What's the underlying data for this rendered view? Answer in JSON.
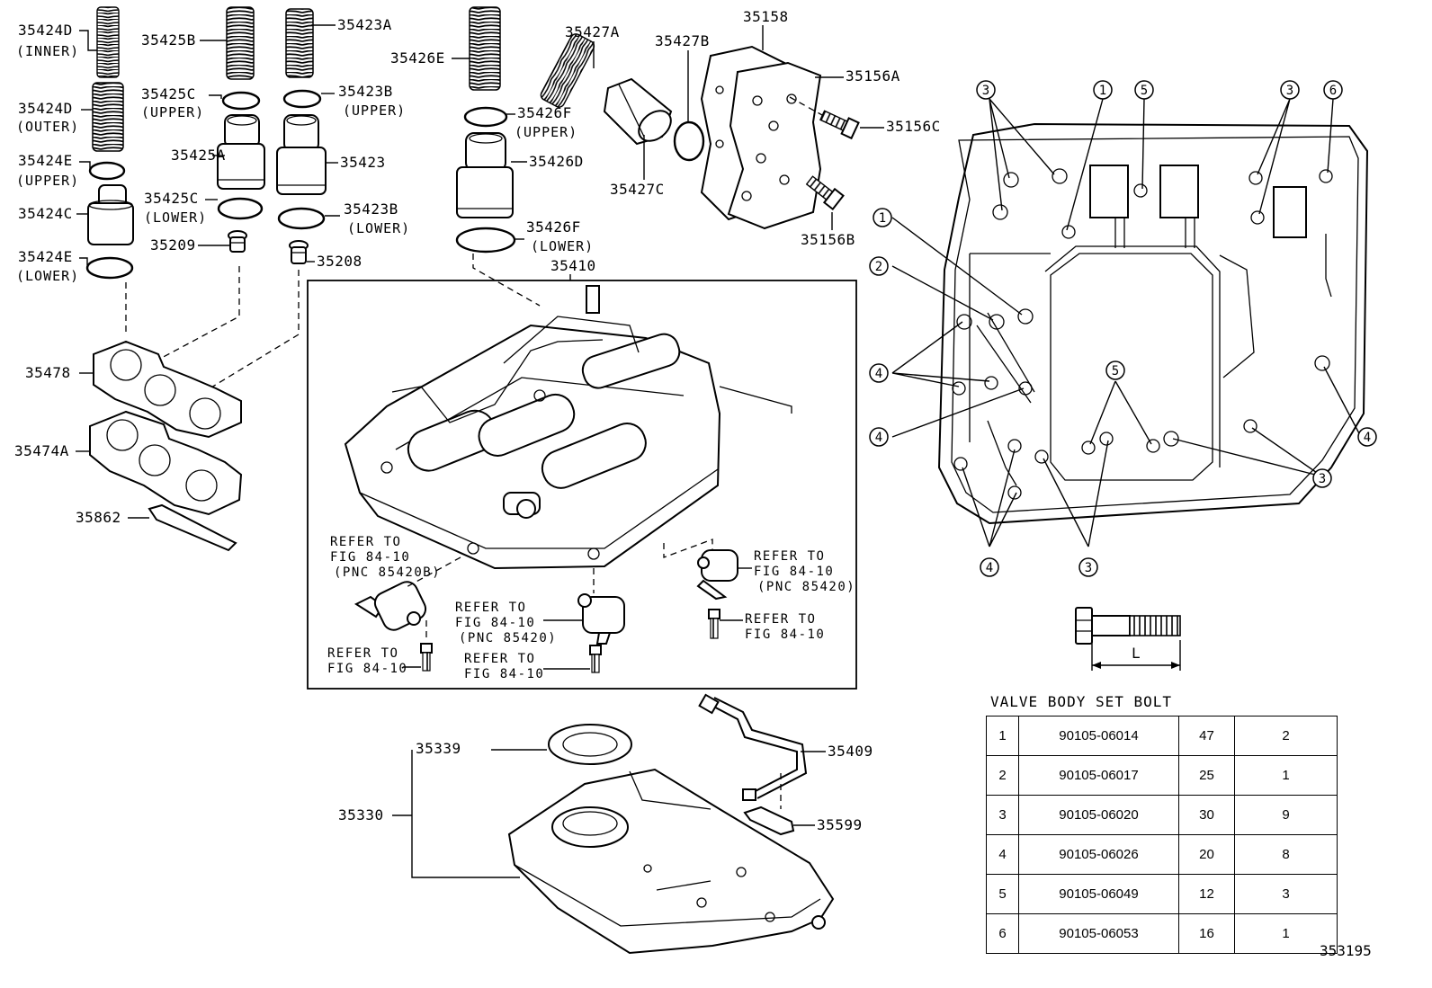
{
  "page_code": "353195",
  "labels": {
    "p35424d_inner": "35424D",
    "inner": "(INNER)",
    "p35424d_outer": "35424D",
    "outer": "(OUTER)",
    "p35424e_upper": "35424E",
    "upper_a": "(UPPER)",
    "p35424c": "35424C",
    "p35424e_lower": "35424E",
    "lower_a": "(LOWER)",
    "p35425b": "35425B",
    "p35425c_upper": "35425C",
    "upper_b": "(UPPER)",
    "p35425a": "35425A",
    "p35425c_lower": "35425C",
    "lower_b": "(LOWER)",
    "p35209": "35209",
    "p35423a": "35423A",
    "p35423b_upper": "35423B",
    "upper_c": "(UPPER)",
    "p35423": "35423",
    "p35423b_lower": "35423B",
    "lower_c": "(LOWER)",
    "p35208": "35208",
    "p35426e": "35426E",
    "p35426f_upper": "35426F",
    "upper_d": "(UPPER)",
    "p35426d": "35426D",
    "p35426f_lower": "35426F",
    "lower_d": "(LOWER)",
    "p35427a": "35427A",
    "p35427b": "35427B",
    "p35427c": "35427C",
    "p35158": "35158",
    "p35156a": "35156A",
    "p35156c": "35156C",
    "p35156b": "35156B",
    "p35410": "35410",
    "p35478": "35478",
    "p35474a": "35474A",
    "p35862": "35862",
    "p35339": "35339",
    "p35330": "35330",
    "p35409": "35409",
    "p35599": "35599",
    "dim_l": "L"
  },
  "refs": {
    "a_1": "REFER TO",
    "a_2": "FIG 84-10",
    "a_3": "(PNC 85420B)",
    "b_1": "REFER TO",
    "b_2": "FIG 84-10",
    "b_3": "(PNC 85420)",
    "c_1": "REFER TO",
    "c_2": "FIG 84-10",
    "c_3": "(PNC 85420)",
    "d_1": "REFER TO",
    "d_2": "FIG 84-10",
    "e_1": "REFER TO",
    "e_2": "FIG 84-10",
    "f_1": "REFER TO",
    "f_2": "FIG 84-10"
  },
  "markers": {
    "m3_tl": "3",
    "m1_top": "1",
    "m5_top": "5",
    "m3_tr": "3",
    "m6_tr": "6",
    "m1_left": "1",
    "m2_left": "2",
    "m4_left_a": "4",
    "m4_left_b": "4",
    "m5_mid": "5",
    "m4_right": "4",
    "m3_right": "3",
    "m4_bottom": "4",
    "m3_bottom": "3"
  },
  "bolt_table": {
    "title": "VALVE BODY SET BOLT",
    "rows": [
      {
        "key": "1",
        "part": "90105-06014",
        "length": "47",
        "qty": "2"
      },
      {
        "key": "2",
        "part": "90105-06017",
        "length": "25",
        "qty": "1"
      },
      {
        "key": "3",
        "part": "90105-06020",
        "length": "30",
        "qty": "9"
      },
      {
        "key": "4",
        "part": "90105-06026",
        "length": "20",
        "qty": "8"
      },
      {
        "key": "5",
        "part": "90105-06049",
        "length": "12",
        "qty": "3"
      },
      {
        "key": "6",
        "part": "90105-06053",
        "length": "16",
        "qty": "1"
      }
    ]
  }
}
